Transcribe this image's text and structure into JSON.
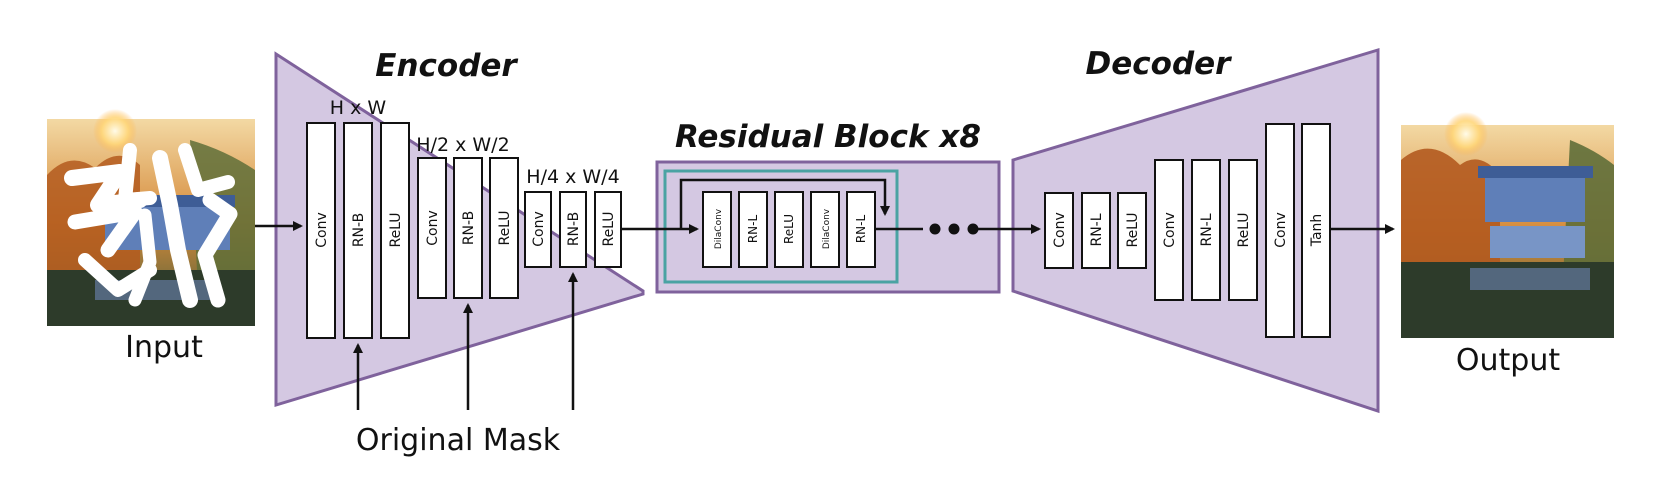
{
  "diagram": {
    "encoder": {
      "title": "Encoder",
      "dims": [
        "H x W",
        "H/2 x W/2",
        "H/4 x W/4"
      ],
      "stages": [
        [
          "Conv",
          "RN-B",
          "ReLU"
        ],
        [
          "Conv",
          "RN-B",
          "ReLU"
        ],
        [
          "Conv",
          "RN-B",
          "ReLU"
        ]
      ]
    },
    "residual": {
      "title": "Residual Block x8",
      "layers": [
        "DilaConv",
        "RN-L",
        "ReLU",
        "DilaConv",
        "RN-L"
      ]
    },
    "decoder": {
      "title": "Decoder",
      "stages": [
        [
          "Conv",
          "RN-L",
          "ReLU"
        ],
        [
          "Conv",
          "RN-L",
          "ReLU"
        ],
        [
          "Conv",
          "Tanh"
        ]
      ]
    },
    "input_label": "Input",
    "output_label": "Output",
    "mask_label": "Original Mask",
    "colors": {
      "panel_fill": "#d4c8e2",
      "panel_stroke": "#7f629c",
      "residual_inner_stroke": "#4aa3a3"
    }
  }
}
